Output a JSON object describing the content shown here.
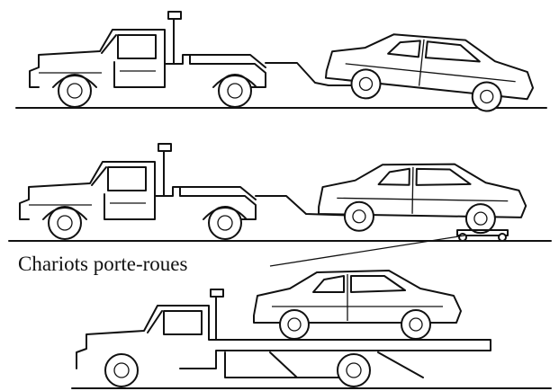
{
  "label": "Chariots porte-roues",
  "scenes": [
    "wheel-lift-tow",
    "wheel-lift-with-dollies",
    "flatbed-tow"
  ]
}
